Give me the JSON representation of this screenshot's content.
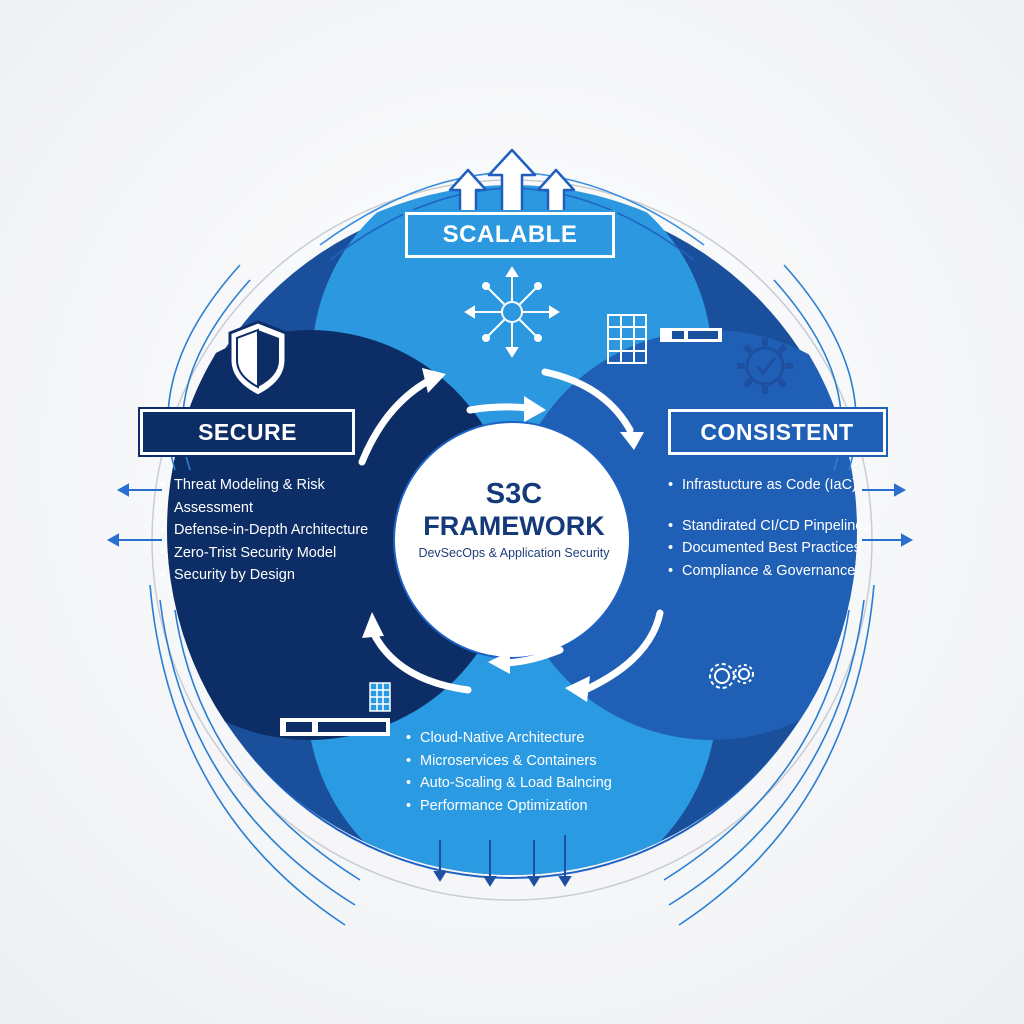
{
  "center": {
    "title_line1": "S3C",
    "title_line2": "FRAMEWORK",
    "subtitle": "DevSecOps & Application Security"
  },
  "scalable": {
    "label": "SCALABLE",
    "items": [
      "Cloud-Native Architecture",
      "Microservices & Containers",
      "Auto-Scaling & Load Balncing",
      "Performance Optimization"
    ]
  },
  "secure": {
    "label": "SECURE",
    "items": [
      "Threat Modeling & Risk Assessment",
      "Defense-in-Depth Architecture",
      "Zero-Trist Security Model",
      "Security by Design"
    ]
  },
  "consistent": {
    "label": "CONSISTENT",
    "items": [
      "Infrastucture as Code (IaC)",
      "Standirated CI/CD Pinpelines",
      "Documented Best Practices",
      "Compliance & Governance"
    ]
  },
  "colors": {
    "secure_navy": "#0d2d66",
    "scalable_blue": "#2b98e0",
    "consistent_blue": "#1f5fb5",
    "line_blue": "#2a7fd4",
    "background": "#f1f2f4"
  },
  "icons": [
    "shield-icon",
    "hub-network-icon",
    "gear-check-icon",
    "grid-icon",
    "gears-icon",
    "up-arrows-icon",
    "cycle-arrows"
  ]
}
